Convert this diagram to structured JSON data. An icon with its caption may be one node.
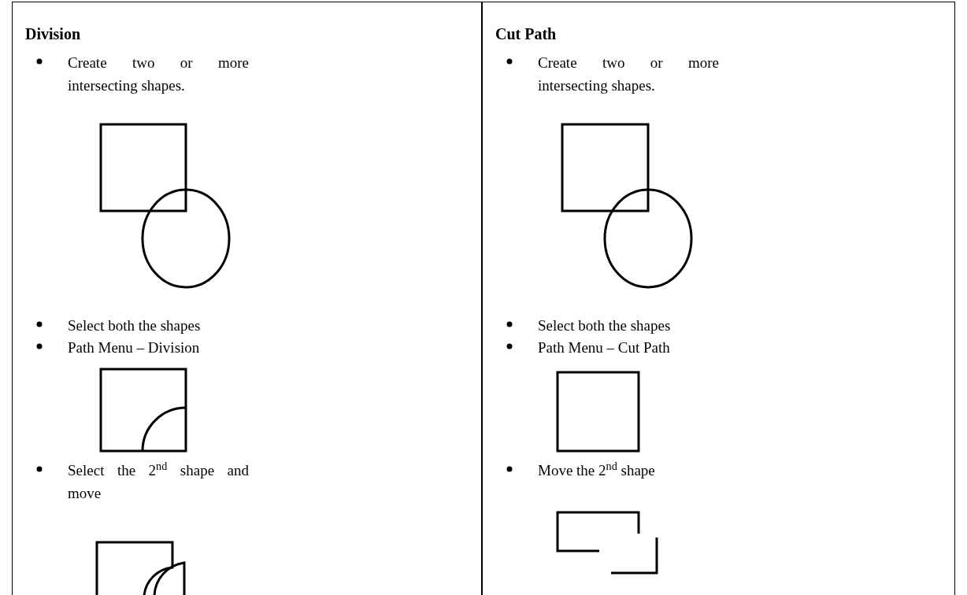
{
  "diagram": {
    "nodes": [
      {
        "text": [
          "Division",
          "Create two or more intersecting shapes.",
          "Select both the shapes",
          "Path Menu – Division",
          "Select the 2$^{nd}$ shape and move"
        ]
      },
      {
        "text": [
          "Cut Path",
          "Create two or more intersecting shapes.",
          "Select both the shapes",
          "Path Menu – Cut Path",
          "Move the 2$^{nd}$ shape"
        ]
      }
    ]
  }
}
